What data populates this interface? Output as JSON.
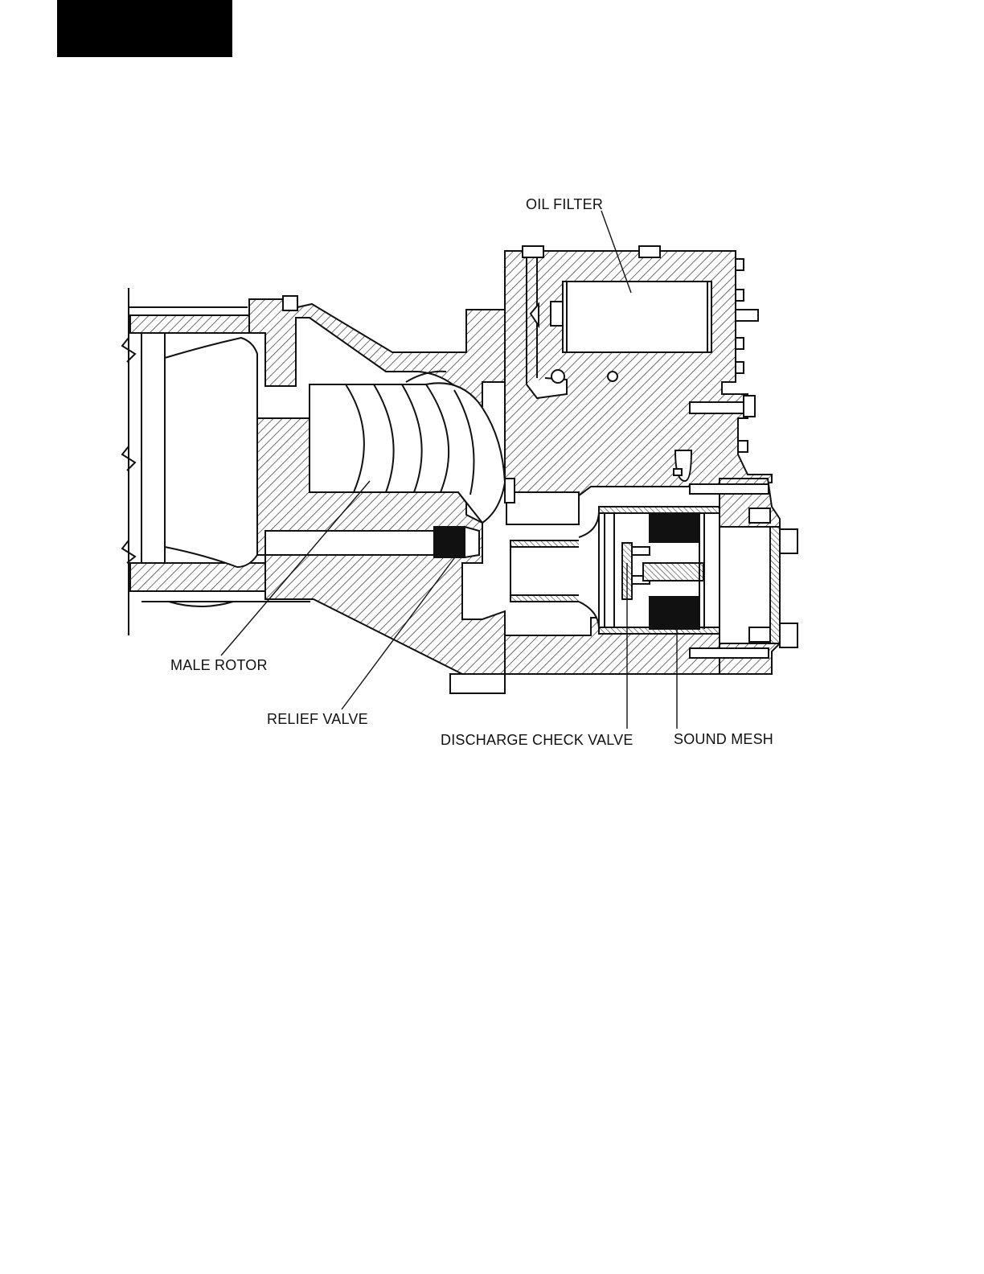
{
  "header_block": {
    "color": "#000000"
  },
  "diagram": {
    "labels": {
      "oil_filter": "OIL FILTER",
      "male_rotor": "MALE ROTOR",
      "relief_valve": "RELIEF VALVE",
      "discharge_check_valve": "DISCHARGE CHECK VALVE",
      "sound_mesh": "SOUND MESH"
    }
  }
}
